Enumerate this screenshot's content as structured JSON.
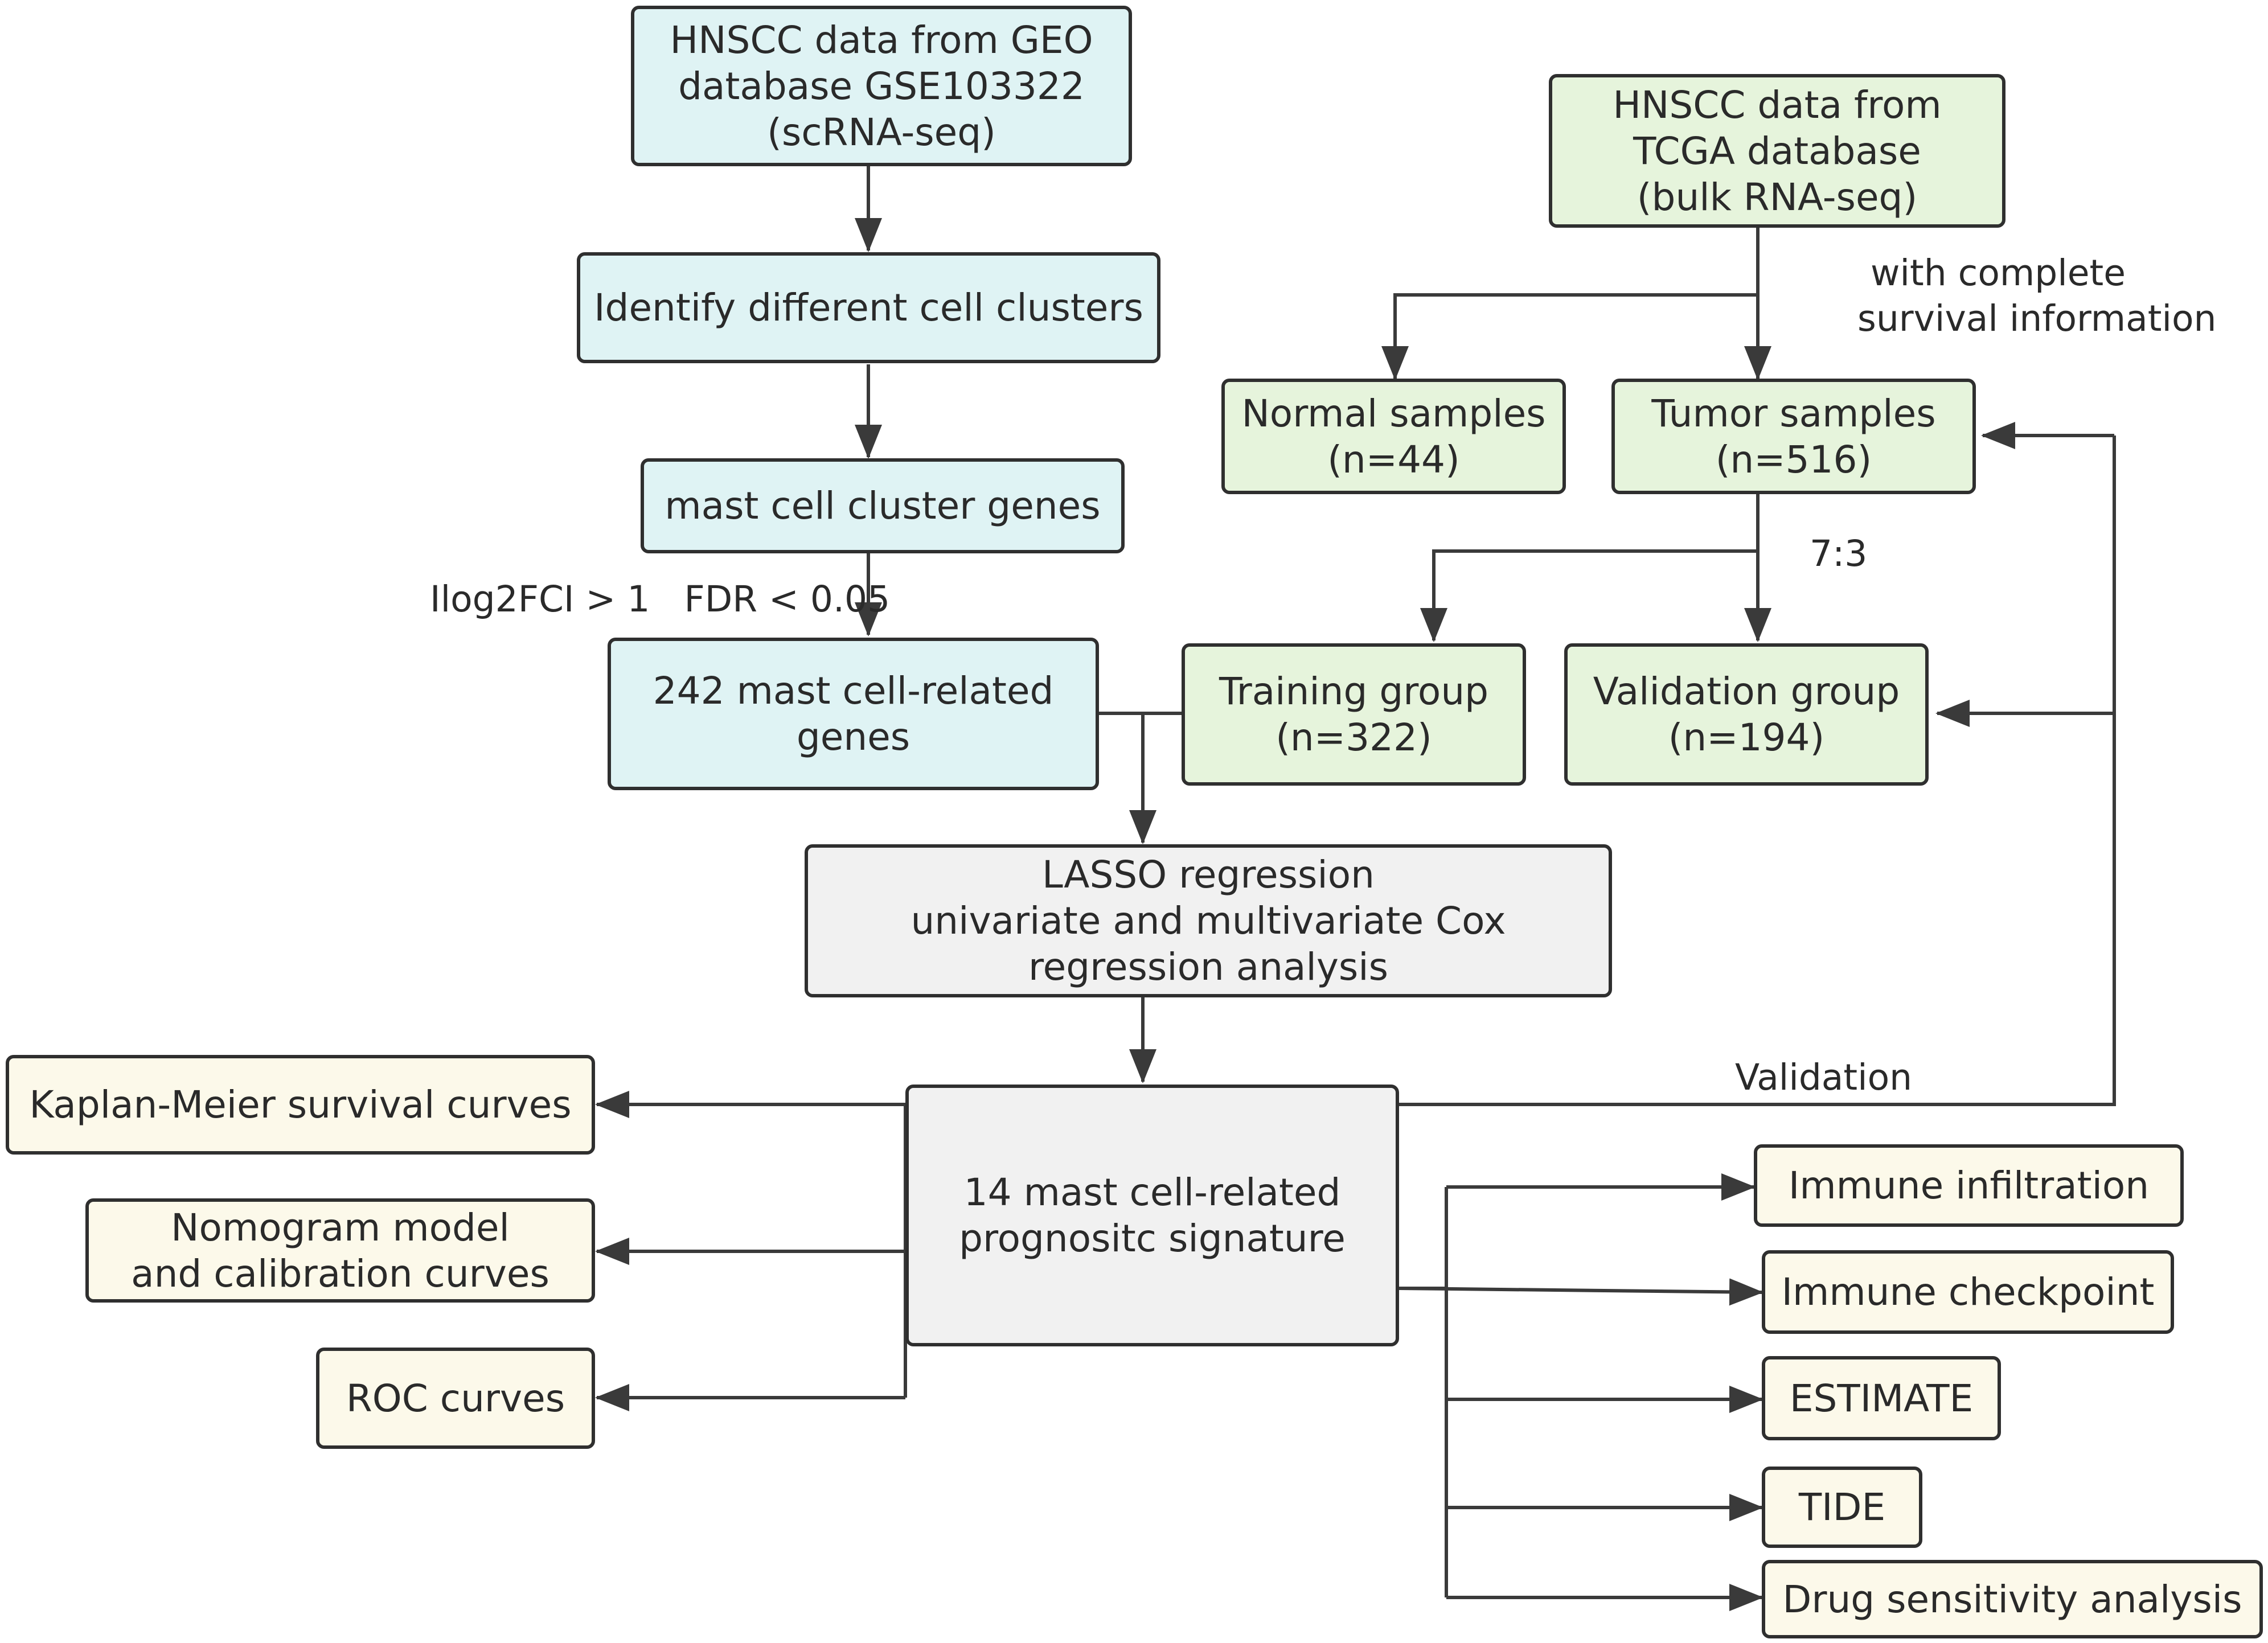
{
  "nodes": {
    "geo": {
      "lines": [
        "HNSCC data from GEO",
        "database GSE103322",
        "(scRNA-seq)"
      ]
    },
    "identify": {
      "lines": [
        "Identify different cell clusters"
      ]
    },
    "mast": {
      "lines": [
        "mast cell cluster genes"
      ]
    },
    "genes242": {
      "lines": [
        "242 mast cell-related",
        "genes"
      ]
    },
    "tcga": {
      "lines": [
        "HNSCC data from",
        "TCGA database",
        "(bulk RNA-seq)"
      ]
    },
    "normal": {
      "lines": [
        "Normal samples",
        "(n=44)"
      ]
    },
    "tumor": {
      "lines": [
        "Tumor samples",
        "(n=516)"
      ]
    },
    "training": {
      "lines": [
        "Training group",
        "(n=322)"
      ]
    },
    "validation": {
      "lines": [
        "Validation group",
        "(n=194)"
      ]
    },
    "lasso": {
      "lines": [
        "LASSO regression",
        "univariate and multivariate Cox",
        "regression analysis"
      ]
    },
    "signature": {
      "lines": [
        "14 mast cell-related",
        "prognositc signature"
      ]
    },
    "km": {
      "lines": [
        "Kaplan-Meier survival curves"
      ]
    },
    "nomogram": {
      "lines": [
        "Nomogram model",
        "and calibration curves"
      ]
    },
    "roc": {
      "lines": [
        "ROC curves"
      ]
    },
    "immune_inf": {
      "lines": [
        "Immune infiltration"
      ]
    },
    "immune_chk": {
      "lines": [
        "Immune checkpoint"
      ]
    },
    "estimate": {
      "lines": [
        "ESTIMATE"
      ]
    },
    "tide": {
      "lines": [
        "TIDE"
      ]
    },
    "drug": {
      "lines": [
        "Drug sensitivity analysis"
      ]
    }
  },
  "edge_labels": {
    "survival": [
      "with complete",
      "survival information"
    ],
    "filter": "Ilog2FCI > 1   FDR < 0.05",
    "ratio": "7:3",
    "validation": "Validation"
  },
  "colors": {
    "blue": "#dff3f4",
    "green": "#e6f4dc",
    "gray": "#f1f1f1",
    "cream": "#fcf9ea",
    "stroke": "#2f2f2f"
  }
}
